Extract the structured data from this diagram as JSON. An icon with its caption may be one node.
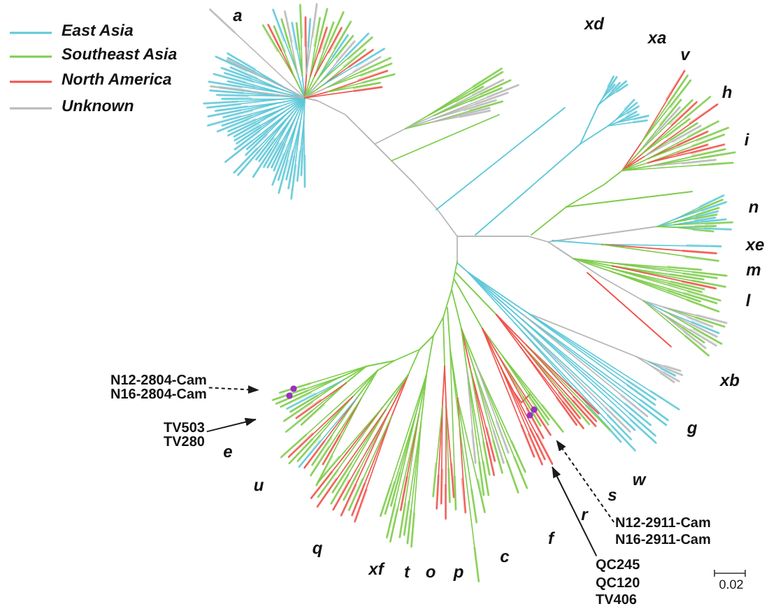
{
  "diagram": {
    "nodes": [
      {
        "text": [
          "N12-2804-Cam N16-2804-Cam"
        ]
      },
      {
        "text": [
          "TV503 TV280"
        ]
      },
      {
        "text": [
          "N12-2911-Cam N16-2911-Cam"
        ]
      },
      {
        "text": [
          "QC245 QC120 TV406"
        ]
      }
    ],
    "edges": [
      {
        "from": 0,
        "to": null,
        "arrow": "to",
        "style": "dashed"
      },
      {
        "from": 1,
        "to": null,
        "arrow": "to"
      },
      {
        "from": 2,
        "to": null,
        "arrow": "to",
        "style": "dashed"
      },
      {
        "from": 3,
        "to": null,
        "arrow": "to"
      }
    ],
    "labels": [
      "a",
      "xd",
      "xa",
      "v",
      "h",
      "i",
      "n",
      "xe",
      "m",
      "l",
      "xb",
      "g",
      "e",
      "w",
      "u",
      "s",
      "r",
      "f",
      "q",
      "c",
      "xf",
      "t",
      "o",
      "p",
      "0.02"
    ],
    "legend": [
      {
        "text": "East Asia",
        "color": "#5ec8d8"
      },
      {
        "text": "Southeast Asia",
        "color": "#7dcc4a"
      },
      {
        "text": "North America",
        "color": "#f0524b"
      },
      {
        "text": "Unknown",
        "color": "#b8b8b8"
      }
    ]
  }
}
